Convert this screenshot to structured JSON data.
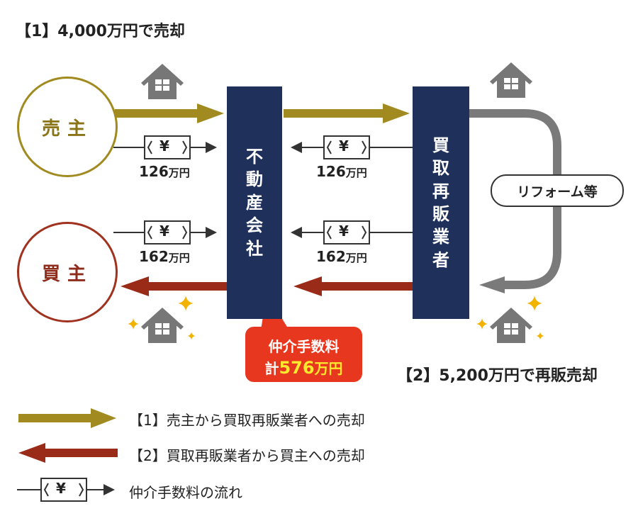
{
  "title1": "【1】4,000万円で売却",
  "title2": "【2】5,200万円で再販売却",
  "seller": "売主",
  "buyer": "買主",
  "agent_chars": [
    "不",
    "動",
    "産",
    "会",
    "社"
  ],
  "reseller_chars": [
    "買",
    "取",
    "再",
    "販",
    "業",
    "者"
  ],
  "fee_left_top": {
    "value": "126",
    "unit": "万円"
  },
  "fee_right_top": {
    "value": "126",
    "unit": "万円"
  },
  "fee_left_bottom": {
    "value": "162",
    "unit": "万円"
  },
  "fee_right_bottom": {
    "value": "162",
    "unit": "万円"
  },
  "yen_symbol": "¥",
  "reform_label": "リフォーム等",
  "callout": {
    "line1": "仲介手数料",
    "prefix": "計",
    "amount": "576",
    "unit": "万円"
  },
  "legend": [
    {
      "text": "【1】売主から買取再販業者への売却"
    },
    {
      "text": "【2】買取再販業者から買主への売却"
    },
    {
      "text": "仲介手数料の流れ"
    }
  ],
  "colors": {
    "gold": "#a18a1f",
    "red": "#9a2b18",
    "navy": "#1f305a",
    "gray": "#7a7a7a",
    "callout": "#e8371f",
    "highlight": "#fde92d"
  },
  "icons": [
    "house-icon",
    "sparkle-icon",
    "yen-bill-icon",
    "arrow-right-icon",
    "arrow-left-icon"
  ]
}
